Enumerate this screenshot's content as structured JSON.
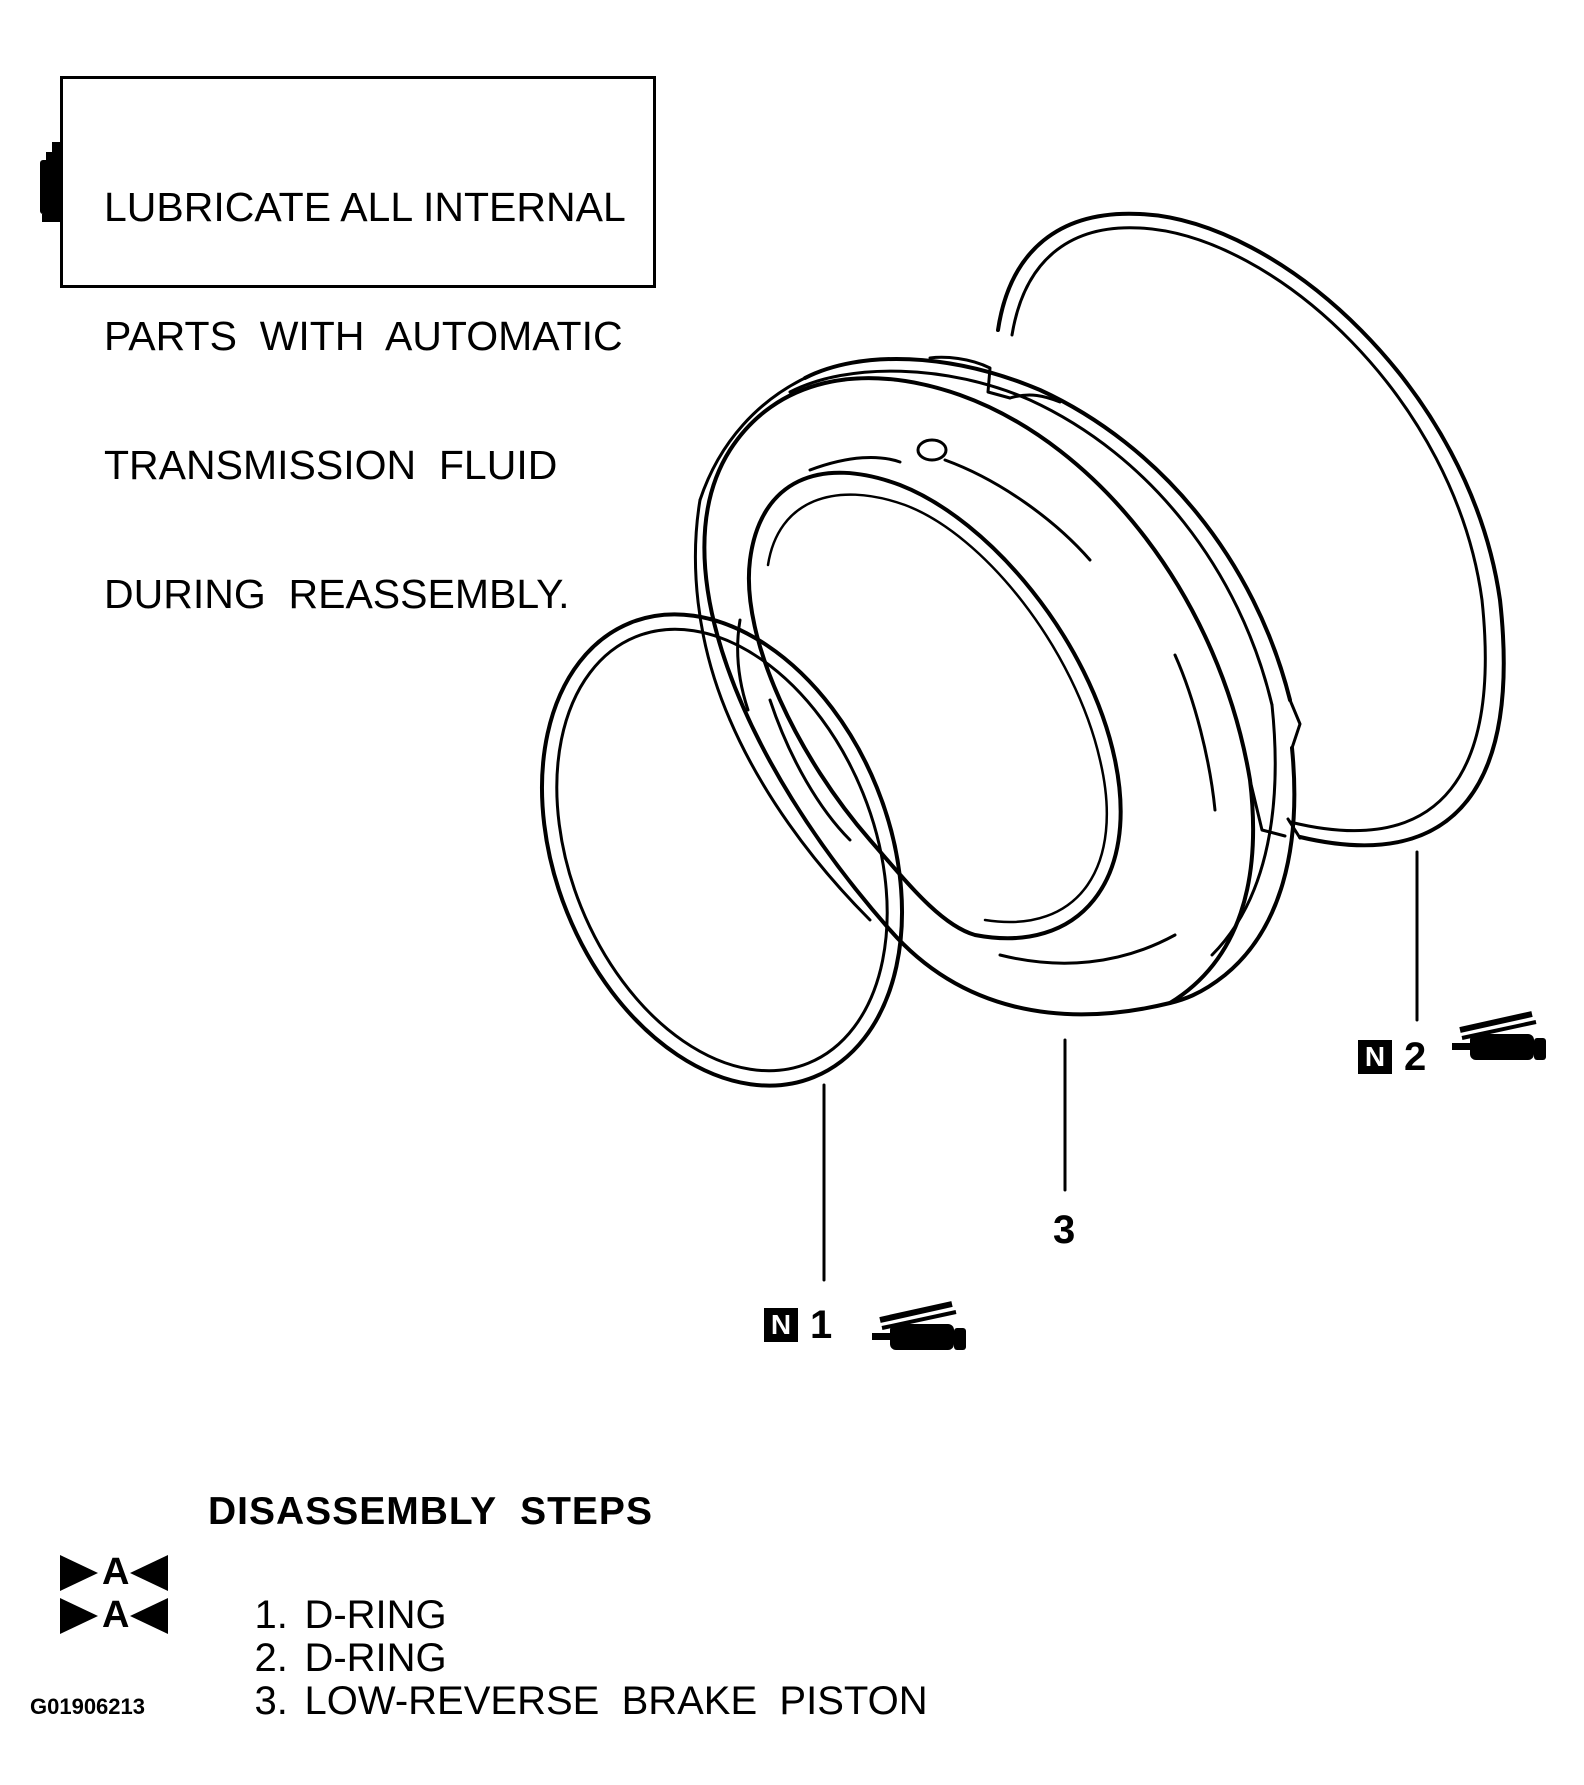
{
  "note": {
    "lines": [
      "LUBRICATE ALL INTERNAL",
      "PARTS  WITH  AUTOMATIC",
      "TRANSMISSION  FLUID",
      "DURING  REASSEMBLY."
    ],
    "icon": "fluid-bottle-icon"
  },
  "callouts": {
    "part1": {
      "number": "1",
      "badge": "N",
      "icon": "grease-gun-icon"
    },
    "part2": {
      "number": "2",
      "badge": "N",
      "icon": "grease-gun-icon"
    },
    "part3": {
      "number": "3"
    }
  },
  "steps": {
    "title": "DISASSEMBLY  STEPS",
    "items": [
      {
        "number": "1.",
        "label": "D-RING",
        "marker": "A"
      },
      {
        "number": "2.",
        "label": "D-RING",
        "marker": "A"
      },
      {
        "number": "3.",
        "label": "LOW-REVERSE  BRAKE  PISTON"
      }
    ]
  },
  "figure_code": "G01906213"
}
